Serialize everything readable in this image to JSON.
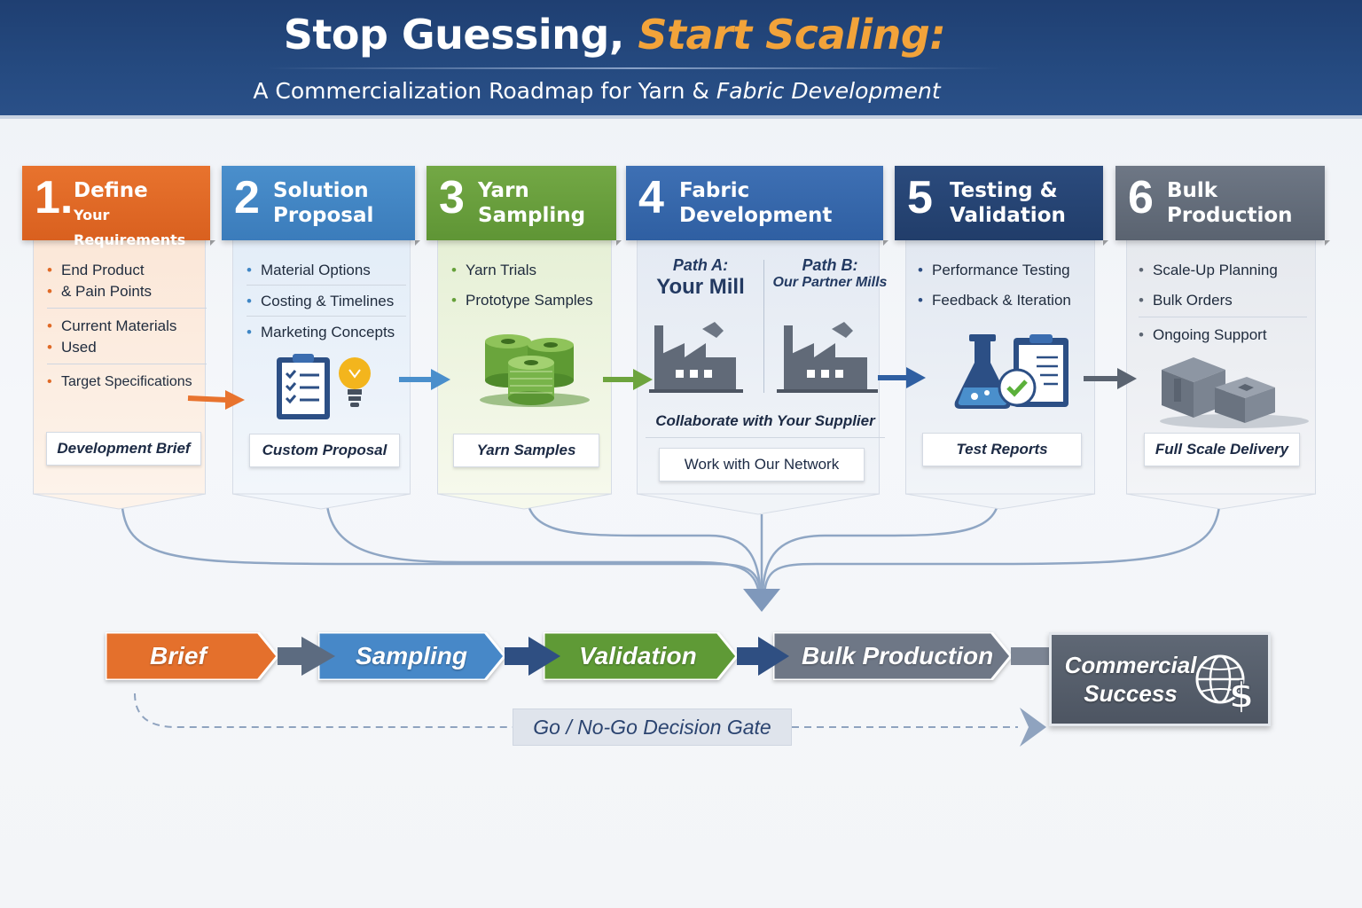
{
  "header": {
    "title_main": "Stop Guessing,",
    "title_accent": "Start Scaling:",
    "subtitle_main": "A Commercialization Roadmap for Yarn &",
    "subtitle_italic": "Fabric Development"
  },
  "steps": [
    {
      "number": "1.",
      "title_line1": "Define",
      "title_line2": "Your Requirements",
      "bullets": [
        "End Product",
        "& Pain Points",
        "Current Materials",
        "Used",
        "Target Specifications"
      ],
      "output": "Development Brief",
      "color": "#e06a26"
    },
    {
      "number": "2",
      "title_line1": "Solution",
      "title_line2": "Proposal",
      "bullets": [
        "Material Options",
        "Costing & Timelines",
        "Marketing Concepts"
      ],
      "output": "Custom Proposal",
      "color": "#3f86c5"
    },
    {
      "number": "3",
      "title_line1": "Yarn",
      "title_line2": "Sampling",
      "bullets": [
        "Yarn Trials",
        "Prototype Samples"
      ],
      "output": "Yarn Samples",
      "color": "#65a03a"
    },
    {
      "number": "4",
      "title_line1": "Fabric",
      "title_line2": "Development",
      "path_a_label": "Path A:",
      "path_a_name": "Your Mill",
      "path_b_label": "Path B:",
      "path_b_name": "Our Partner Mills",
      "output_a": "Collaborate with Your Supplier",
      "output_b": "Work with Our Network",
      "color": "#2f5fa2"
    },
    {
      "number": "5",
      "title_line1": "Testing &",
      "title_line2": "Validation",
      "bullets": [
        "Performance Testing",
        "Feedback & Iteration"
      ],
      "output": "Test Reports",
      "color": "#213d6a"
    },
    {
      "number": "6",
      "title_line1": "Bulk",
      "title_line2": "Production",
      "bullets": [
        "Scale-Up Planning",
        "Bulk Orders",
        "Ongoing Support"
      ],
      "output": "Full Scale Delivery",
      "color": "#5a6370"
    }
  ],
  "flow": {
    "stages": [
      "Brief",
      "Sampling",
      "Validation",
      "Bulk Production"
    ],
    "result_line1": "Commercial",
    "result_line2": "Success",
    "gate_label": "Go / No-Go Decision Gate"
  },
  "icons": {
    "step2": [
      "clipboard-checklist-icon",
      "lightbulb-icon"
    ],
    "step3": "yarn-spools-icon",
    "step4": "factory-icon",
    "step5": [
      "lab-flask-icon",
      "report-check-icon"
    ],
    "step6": "boxes-icon",
    "result": "globe-dollar-icon"
  }
}
